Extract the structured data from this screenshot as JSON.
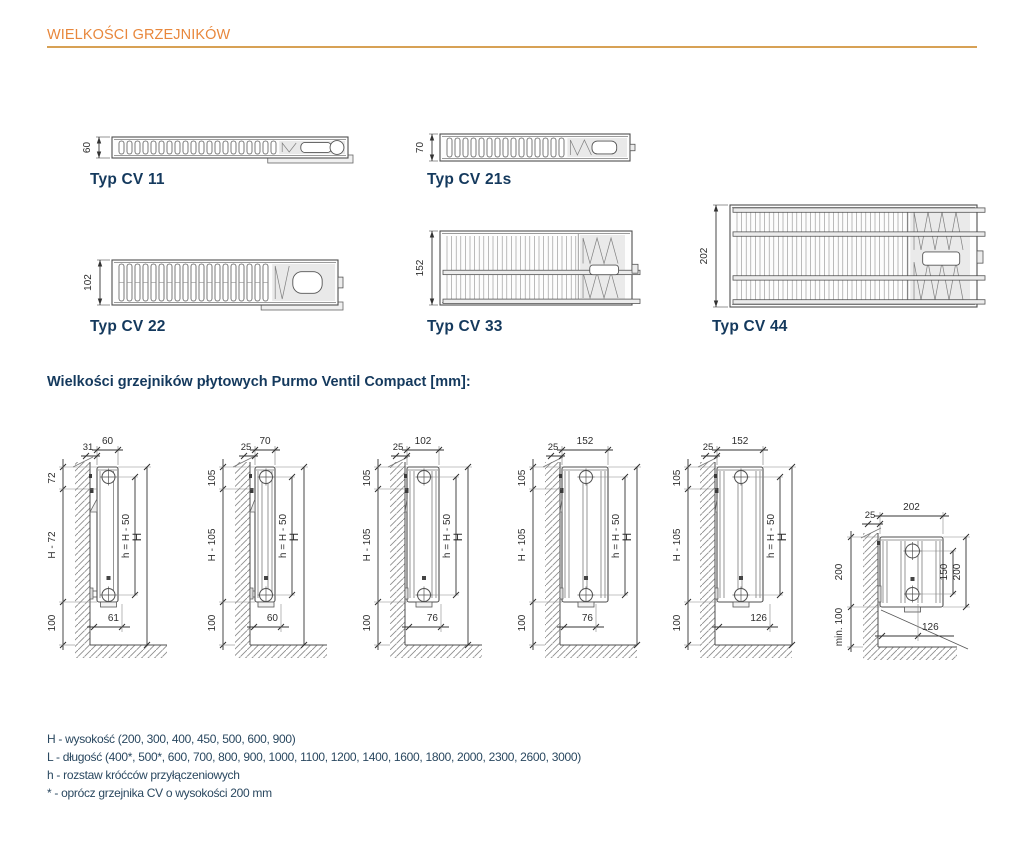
{
  "page": {
    "title": "WIELKOŚCI GRZEJNIKÓW",
    "subtitle": "Wielkości grzejników płytowych Purmo Ventil Compact [mm]:",
    "accent_color": "#E8873C",
    "text_color": "#14395D"
  },
  "top_views": [
    {
      "label": "Typ CV 11",
      "depth": "60"
    },
    {
      "label": "Typ CV 21s",
      "depth": "70"
    },
    {
      "label": "Typ CV 22",
      "depth": "102"
    },
    {
      "label": "Typ CV 33",
      "depth": "152"
    },
    {
      "label": "Typ CV 44",
      "depth": "202"
    }
  ],
  "side_views": [
    {
      "wall_offset": "31",
      "depth": "60",
      "top_margin": "72",
      "wall_span": "H - 72",
      "floor_clearance": "100",
      "pipe_spacing": "h = H - 50",
      "height": "H",
      "foot_depth": "61"
    },
    {
      "wall_offset": "25",
      "depth": "70",
      "top_margin": "105",
      "wall_span": "H - 105",
      "floor_clearance": "100",
      "pipe_spacing": "h = H - 50",
      "height": "H",
      "foot_depth": "60"
    },
    {
      "wall_offset": "25",
      "depth": "102",
      "top_margin": "105",
      "wall_span": "H - 105",
      "floor_clearance": "100",
      "pipe_spacing": "h = H - 50",
      "height": "H",
      "foot_depth": "76"
    },
    {
      "wall_offset": "25",
      "depth": "152",
      "top_margin": "105",
      "wall_span": "H - 105",
      "floor_clearance": "100",
      "pipe_spacing": "h = H - 50",
      "height": "H",
      "foot_depth": "76"
    },
    {
      "wall_offset": "25",
      "depth": "152",
      "top_margin": "105",
      "wall_span": "H - 105",
      "floor_clearance": "100",
      "pipe_spacing": "h = H - 50",
      "height": "H",
      "foot_depth": "126"
    }
  ],
  "detail_view": {
    "wall_offset": "25",
    "depth": "202",
    "height": "200",
    "floor_clearance": "min. 100",
    "pipe_spacing": "150",
    "total_height": "200",
    "foot_depth": "126"
  },
  "legend": {
    "lines": [
      "H - wysokość (200, 300, 400, 450, 500, 600, 900)",
      "L - długość (400*, 500*, 600, 700, 800, 900, 1000, 1100, 1200, 1400, 1600, 1800, 2000, 2300, 2600, 3000)",
      "h - rozstaw króćców przyłączeniowych",
      "* - oprócz grzejnika CV o wysokości 200 mm"
    ]
  }
}
